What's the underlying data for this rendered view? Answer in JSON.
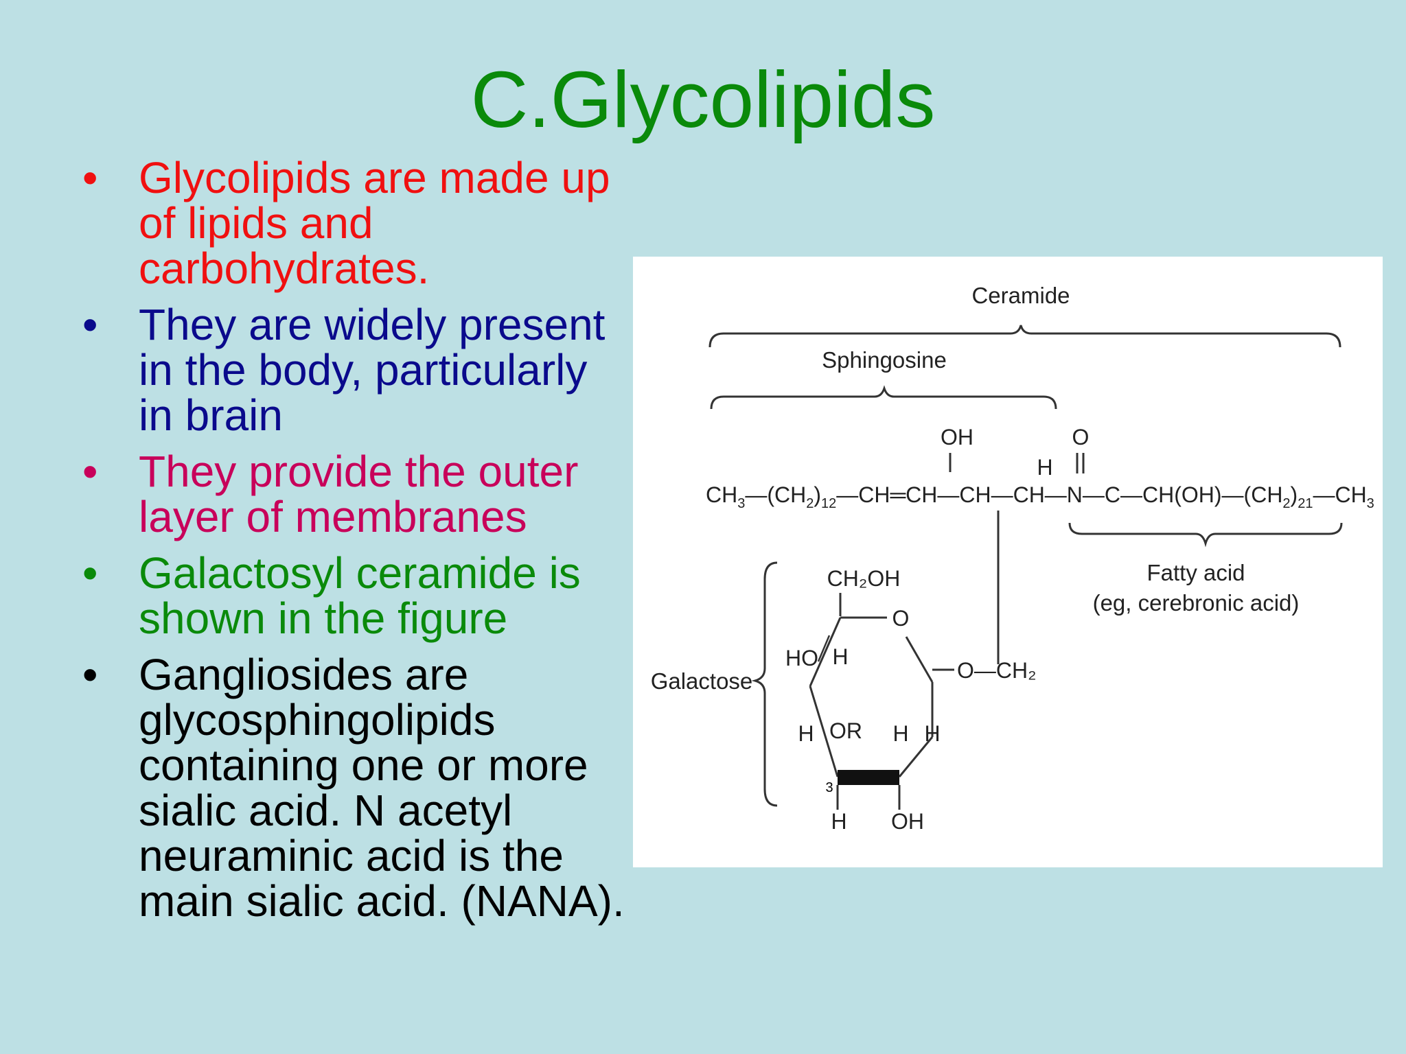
{
  "slide": {
    "title": "C.Glycolipids",
    "title_color": "#0a8a0a",
    "bullet_glyph": "•",
    "bullets": [
      {
        "text": "Glycolipids are made up of lipids and carbohydrates.",
        "color": "#f01010"
      },
      {
        "text": "They are widely present in the body, particularly in brain",
        "color": "#0a0a8c"
      },
      {
        "text": "They provide the outer layer of membranes",
        "color": "#c8005a"
      },
      {
        "text": "Galactosyl ceramide is shown in the figure",
        "color": "#0a8a0a"
      },
      {
        "text": "Gangliosides are glycosphingolipids containing one or more sialic acid. N acetyl neuraminic acid is the main sialic acid. (NANA).",
        "color": "#000000"
      }
    ]
  },
  "figure": {
    "labels": {
      "ceramide": "Ceramide",
      "sphingosine": "Sphingosine",
      "fatty_acid": "Fatty acid",
      "fatty_acid_example": "(eg, cerebronic acid)",
      "galactose": "Galactose"
    },
    "atoms": {
      "oh": "OH",
      "o": "O",
      "h": "H",
      "ho": "HO",
      "or": "OR",
      "c3": "3",
      "ch2oh": "CH₂OH",
      "o_ch2": "O—CH₂"
    },
    "chain": {
      "ch3_left": "CH",
      "sub3": "3",
      "ch2_12": "(CH",
      "sub2": "2",
      "sub12": "12",
      "segment": "—CH═CH—CH—CH—N—C—CH(OH)—(CH",
      "sub21": "21",
      "ch3_right": "—CH"
    }
  }
}
